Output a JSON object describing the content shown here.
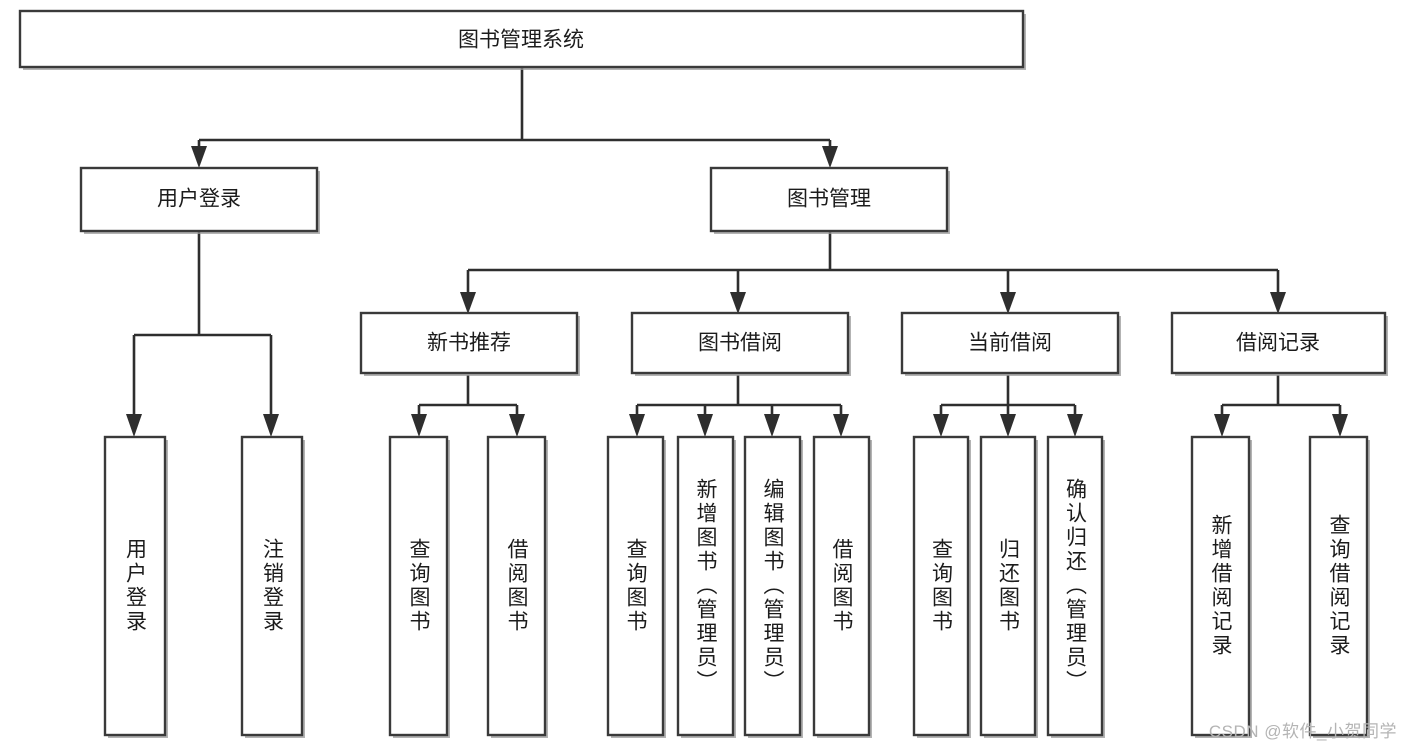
{
  "diagram": {
    "title": "图书管理系统",
    "type": "hierarchy-tree",
    "watermark": "CSDN @软件_小贺同学",
    "colors": {
      "box_fill": "#ffffff",
      "box_stroke": "#3a3a3a",
      "connector": "#2e2e2e",
      "text": "#1c1c1c",
      "watermark": "#b4b4b4",
      "background": "#ffffff"
    },
    "root": {
      "label": "图书管理系统"
    },
    "level2": [
      {
        "label": "用户登录"
      },
      {
        "label": "图书管理"
      }
    ],
    "level3": [
      {
        "label": "新书推荐"
      },
      {
        "label": "图书借阅"
      },
      {
        "label": "当前借阅"
      },
      {
        "label": "借阅记录"
      }
    ],
    "leaves": {
      "user_login": [
        {
          "label": "用户登录"
        },
        {
          "label": "注销登录"
        }
      ],
      "new_book_recommend": [
        {
          "label": "查询图书"
        },
        {
          "label": "借阅图书"
        }
      ],
      "book_borrow": [
        {
          "label": "查询图书"
        },
        {
          "label": "新增图书（管理员）"
        },
        {
          "label": "编辑图书（管理员）"
        },
        {
          "label": "借阅图书"
        }
      ],
      "current_borrow": [
        {
          "label": "查询图书"
        },
        {
          "label": "归还图书"
        },
        {
          "label": "确认归还（管理员）"
        }
      ],
      "borrow_record": [
        {
          "label": "新增借阅记录"
        },
        {
          "label": "查询借阅记录"
        }
      ]
    }
  }
}
